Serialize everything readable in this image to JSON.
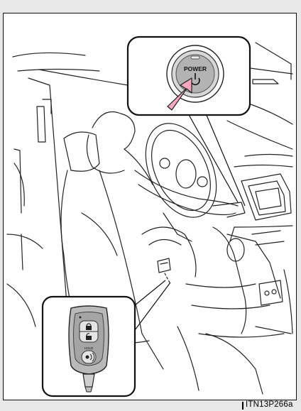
{
  "figure": {
    "power_button_label": "POWER",
    "smart_key_hold_label": "HOLD",
    "figure_code": "ITN13P266a"
  },
  "colors": {
    "arrow": "#f4a7bd",
    "arrow_outline": "#222222",
    "frame_background": "#ffffff",
    "page_background": "#e8e8e8"
  }
}
